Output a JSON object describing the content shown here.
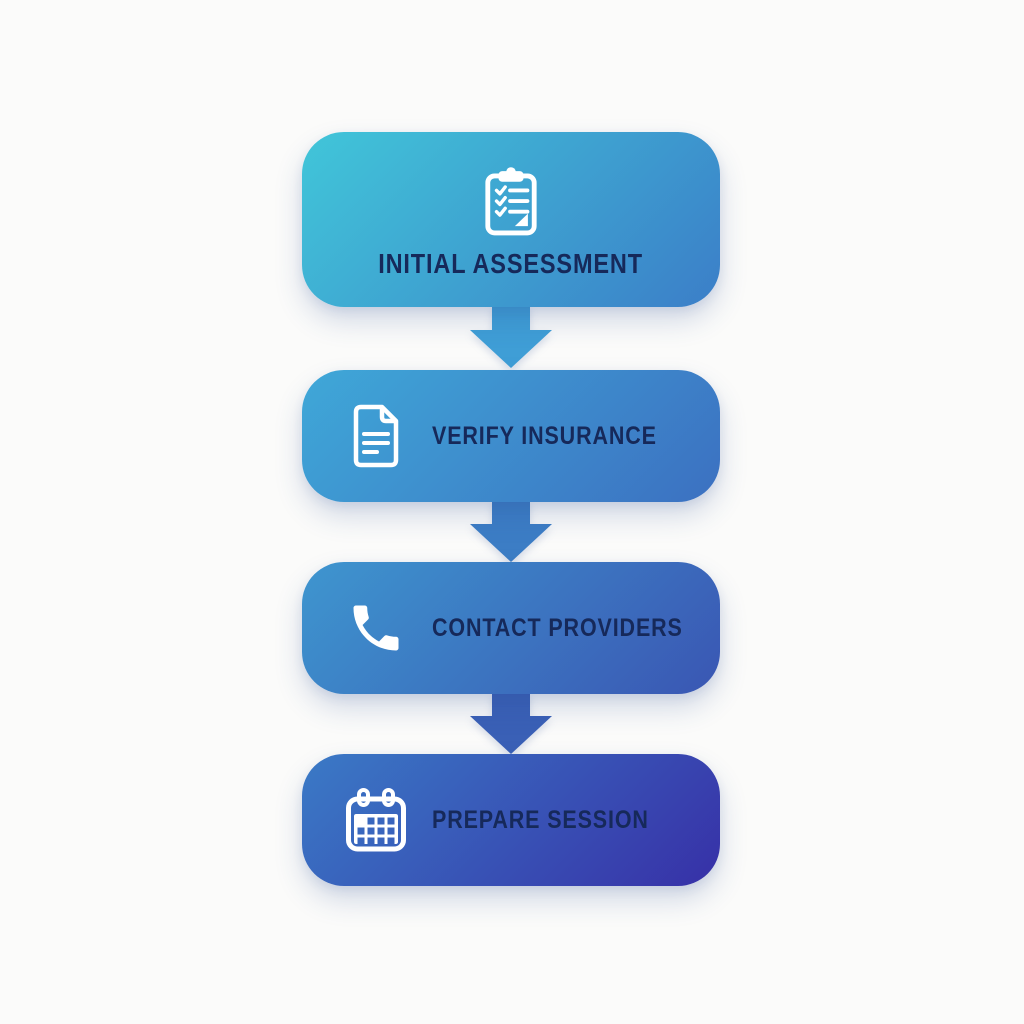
{
  "flow": {
    "background_color": "#fbfbfa",
    "label_color": "#16295a",
    "icon_color": "#ffffff",
    "steps": [
      {
        "label": "INITIAL ASSESSMENT",
        "icon": "clipboard-checklist-icon",
        "gradient_start": "#41c6d9",
        "gradient_end": "#3b7ec8"
      },
      {
        "label": "VERIFY INSURANCE",
        "icon": "document-icon",
        "gradient_start": "#3fa8d8",
        "gradient_end": "#3c70c1"
      },
      {
        "label": "CONTACT PROVIDERS",
        "icon": "phone-icon",
        "gradient_start": "#3e96cf",
        "gradient_end": "#3a56b3"
      },
      {
        "label": "PREPARE SESSION",
        "icon": "calendar-icon",
        "gradient_start": "#3a7ac6",
        "gradient_end": "#3730a7"
      }
    ],
    "connectors": [
      {
        "color": "#3f9ed6"
      },
      {
        "color": "#3c7dc5"
      },
      {
        "color": "#3a60b6"
      }
    ]
  }
}
